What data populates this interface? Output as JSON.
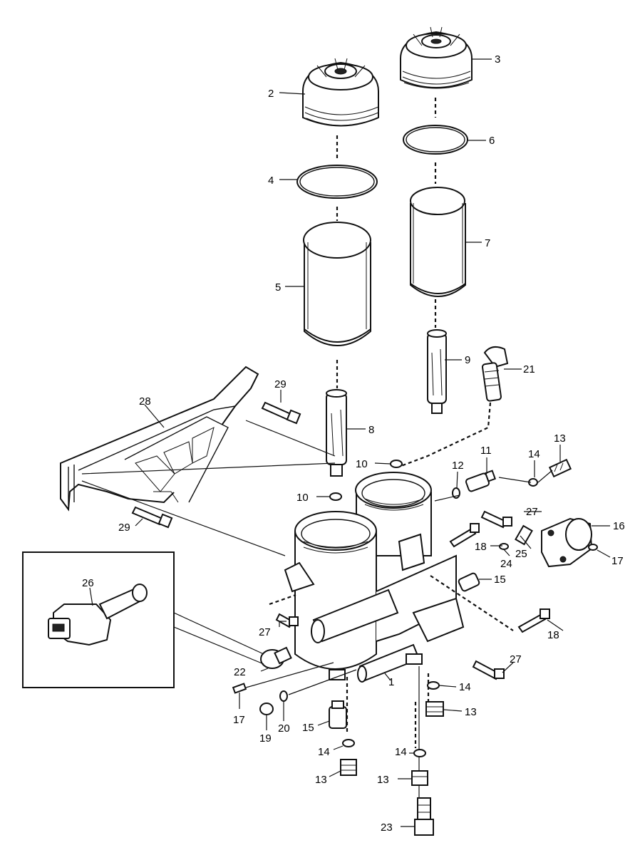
{
  "callouts": [
    {
      "id": "c1",
      "text": "1"
    },
    {
      "id": "c2",
      "text": "2"
    },
    {
      "id": "c3",
      "text": "3"
    },
    {
      "id": "c4",
      "text": "4"
    },
    {
      "id": "c5",
      "text": "5"
    },
    {
      "id": "c6",
      "text": "6"
    },
    {
      "id": "c7",
      "text": "7"
    },
    {
      "id": "c8",
      "text": "8"
    },
    {
      "id": "c9",
      "text": "9"
    },
    {
      "id": "c10a",
      "text": "10"
    },
    {
      "id": "c10b",
      "text": "10"
    },
    {
      "id": "c11",
      "text": "11"
    },
    {
      "id": "c12",
      "text": "12"
    },
    {
      "id": "c13a",
      "text": "13"
    },
    {
      "id": "c13b",
      "text": "13"
    },
    {
      "id": "c13c",
      "text": "13"
    },
    {
      "id": "c13d",
      "text": "13"
    },
    {
      "id": "c14a",
      "text": "14"
    },
    {
      "id": "c14b",
      "text": "14"
    },
    {
      "id": "c14c",
      "text": "14"
    },
    {
      "id": "c14d",
      "text": "14"
    },
    {
      "id": "c15a",
      "text": "15"
    },
    {
      "id": "c15b",
      "text": "15"
    },
    {
      "id": "c16",
      "text": "16"
    },
    {
      "id": "c17a",
      "text": "17"
    },
    {
      "id": "c17b",
      "text": "17"
    },
    {
      "id": "c18a",
      "text": "18"
    },
    {
      "id": "c18b",
      "text": "18"
    },
    {
      "id": "c19",
      "text": "19"
    },
    {
      "id": "c20",
      "text": "20"
    },
    {
      "id": "c21",
      "text": "21"
    },
    {
      "id": "c22",
      "text": "22"
    },
    {
      "id": "c23",
      "text": "23"
    },
    {
      "id": "c24",
      "text": "24"
    },
    {
      "id": "c25",
      "text": "25"
    },
    {
      "id": "c26",
      "text": "26"
    },
    {
      "id": "c27a",
      "text": "27"
    },
    {
      "id": "c27b",
      "text": "27"
    },
    {
      "id": "c27c",
      "text": "27"
    },
    {
      "id": "c28",
      "text": "28"
    },
    {
      "id": "c29a",
      "text": "29"
    },
    {
      "id": "c29b",
      "text": "29"
    }
  ]
}
